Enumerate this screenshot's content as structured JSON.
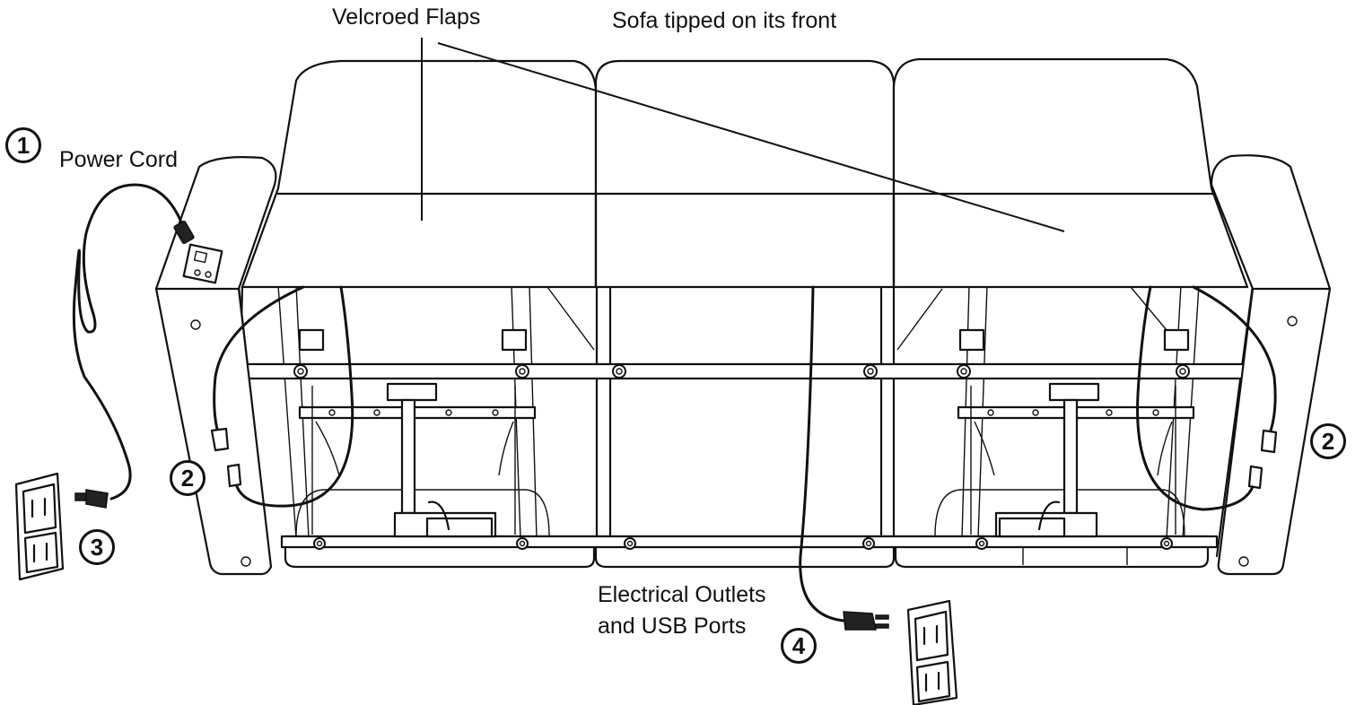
{
  "labels": {
    "velcroed_flaps": "Velcroed  Flaps",
    "sofa_tipped": "Sofa tipped on its front",
    "power_cord": "Power Cord",
    "electrical_outlets": "Electrical Outlets",
    "usb_ports": "and USB Ports"
  },
  "steps": {
    "one": "1",
    "two_left": "2",
    "two_right": "2",
    "three": "3",
    "four": "4"
  },
  "colors": {
    "line": "#111111",
    "background": "#ffffff"
  }
}
